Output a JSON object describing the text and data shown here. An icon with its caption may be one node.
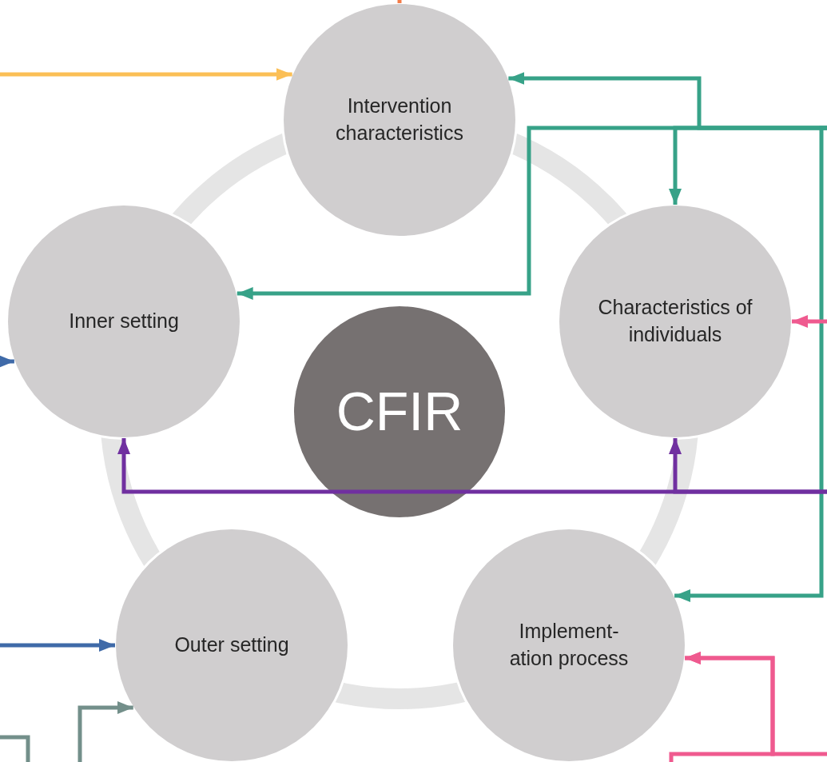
{
  "diagram": {
    "nodes": [
      {
        "text": [
          "Intervention characteristics"
        ]
      },
      {
        "text": [
          "Inner setting"
        ]
      },
      {
        "text": [
          "Characteristics of individuals"
        ]
      },
      {
        "text": [
          "CFIR"
        ]
      },
      {
        "text": [
          "Outer setting"
        ]
      },
      {
        "text": [
          "Implement- ation process"
        ]
      }
    ],
    "edges": [
      {
        "from": null,
        "to": 0,
        "arrow": "to",
        "color": "#f47c48"
      },
      {
        "from": null,
        "to": 0,
        "arrow": "to",
        "color": "#fbbf56"
      },
      {
        "from": null,
        "to": 0,
        "arrow": "to",
        "color": "#37a288"
      },
      {
        "from": null,
        "to": 2,
        "arrow": "to",
        "color": "#37a288"
      },
      {
        "from": null,
        "to": 1,
        "arrow": "to",
        "color": "#37a288"
      },
      {
        "from": null,
        "to": 5,
        "arrow": "to",
        "color": "#37a288"
      },
      {
        "from": null,
        "to": 2,
        "arrow": "to",
        "color": "#ef5a8f"
      },
      {
        "from": null,
        "to": 1,
        "arrow": "to",
        "color": "#3f6aa8"
      },
      {
        "from": null,
        "to": 1,
        "arrow": "to",
        "color": "#7030a0"
      },
      {
        "from": null,
        "to": 2,
        "arrow": "to",
        "color": "#7030a0"
      },
      {
        "from": null,
        "to": 4,
        "arrow": "to",
        "color": "#3f6aa8"
      },
      {
        "from": null,
        "to": 4,
        "arrow": "to",
        "color": "#738f8a"
      },
      {
        "from": null,
        "to": 5,
        "arrow": "to",
        "color": "#ef5a8f"
      },
      {
        "from": null,
        "to": 5,
        "arrow": "to",
        "color": "#ef5a8f"
      }
    ]
  }
}
